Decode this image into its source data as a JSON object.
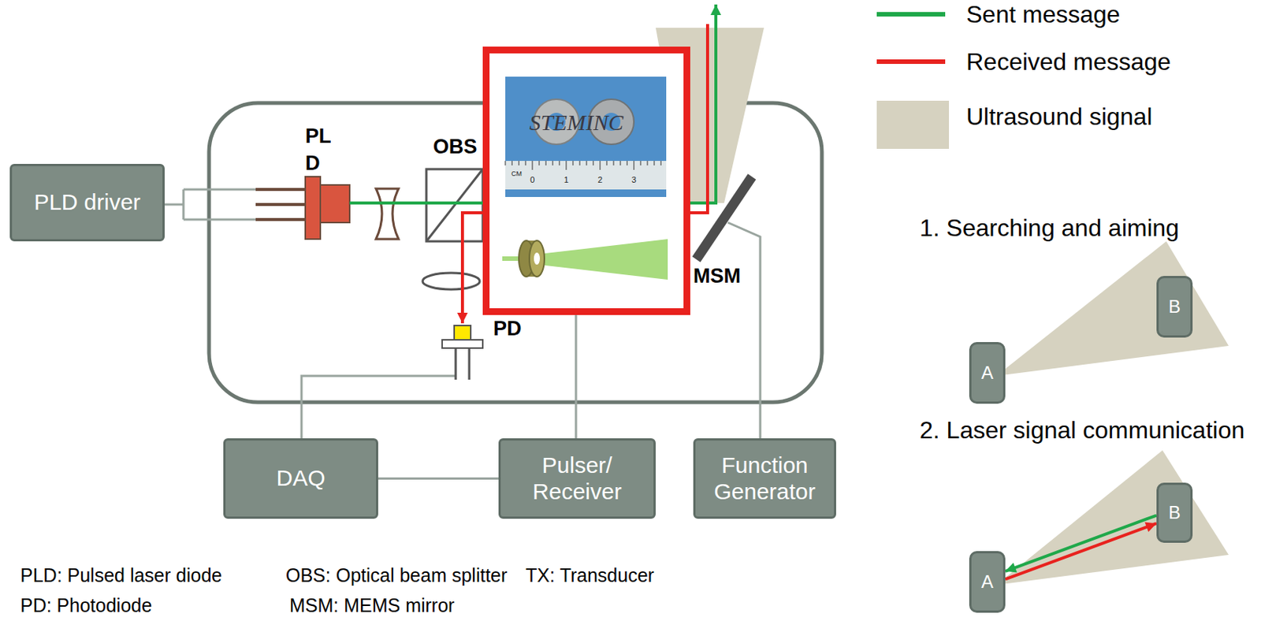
{
  "diagram": {
    "nodes": [
      {
        "text": [
          "PLD driver"
        ]
      },
      {
        "text": [
          "DAQ"
        ]
      },
      {
        "text": [
          "Pulser/ Receiver"
        ]
      },
      {
        "text": [
          "Function Generator"
        ]
      },
      {
        "text": [
          "A"
        ]
      },
      {
        "text": [
          "B"
        ]
      },
      {
        "text": [
          "A"
        ]
      },
      {
        "text": [
          "B"
        ]
      }
    ],
    "edges": [
      {
        "from": 1,
        "to": 2,
        "arrow": "none"
      },
      {
        "from": 7,
        "to": 6,
        "arrow": "to"
      },
      {
        "from": 6,
        "to": 7,
        "arrow": "to"
      }
    ],
    "labels": [
      "PL D",
      "OBS",
      "PD",
      "MSM",
      "STEMINC",
      "CM",
      "0",
      "1",
      "2",
      "3",
      "1. Searching and aiming",
      "2. Laser signal communication",
      "PLD: Pulsed laser diode",
      "OBS: Optical beam splitter",
      "TX: Transducer",
      "PD: Photodiode",
      "MSM: MEMS mirror"
    ],
    "legend": [
      {
        "text": "Sent message"
      },
      {
        "text": "Received message"
      },
      {
        "text": "Ultrasound signal",
        "color": "#d6d2c0"
      }
    ]
  }
}
